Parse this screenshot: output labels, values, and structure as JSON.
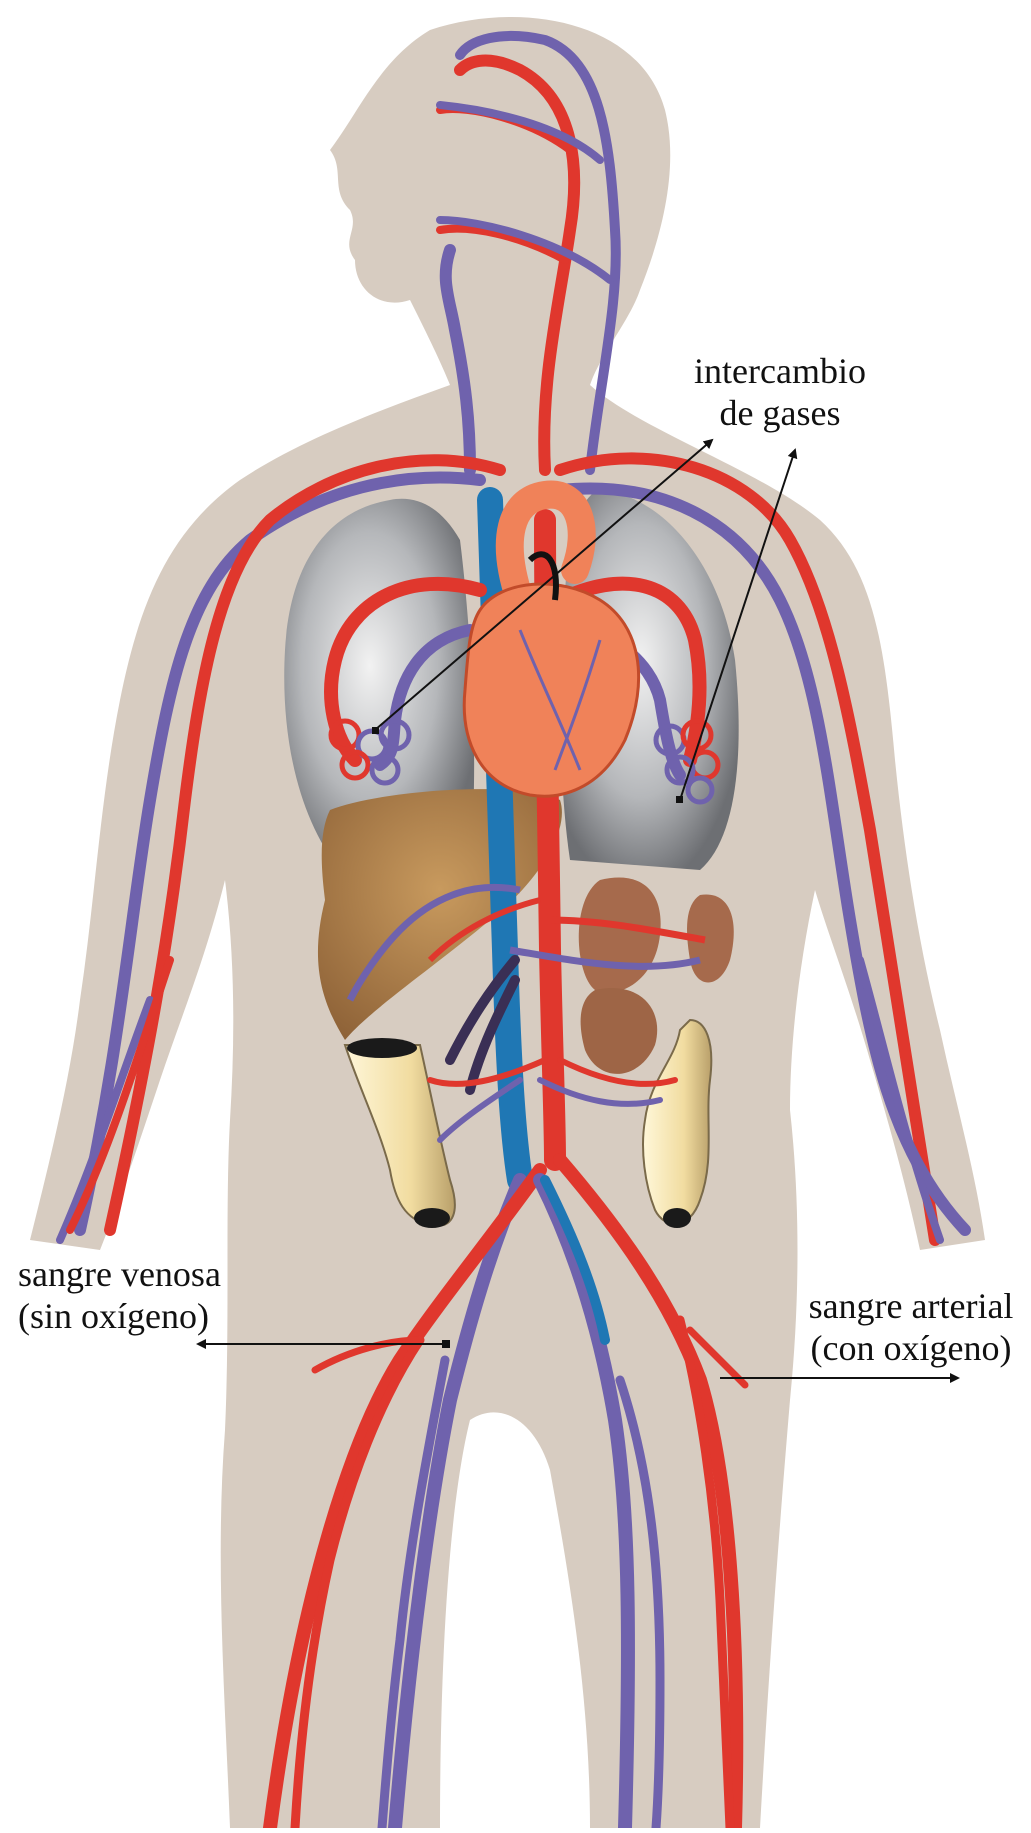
{
  "labels": {
    "gas_exchange": {
      "line1": "intercambio",
      "line2": "de gases"
    },
    "venous_blood": {
      "line1": "sangre venosa",
      "line2": "(sin oxígeno)"
    },
    "arterial_blood": {
      "line1": "sangre arterial",
      "line2": "(con oxígeno)"
    }
  },
  "colors": {
    "body": "#d7ccc1",
    "artery": "#e0372d",
    "vein": "#6f62ad",
    "vena_cava": "#1f77b4",
    "heart": "#f08259",
    "liver": "#b8864e",
    "kidney": "#a66a4c",
    "lung": "#b9bbbe",
    "intestine": "#f4e3b0"
  }
}
